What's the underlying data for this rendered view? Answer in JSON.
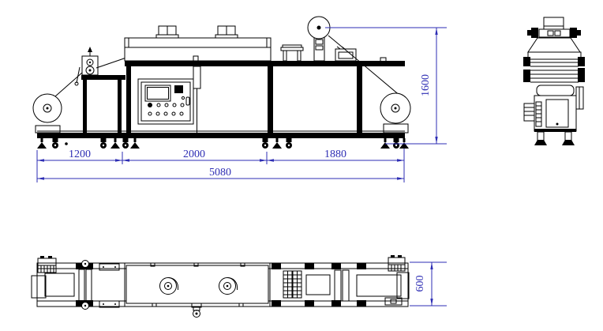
{
  "drawing": {
    "title": "machine-outline-dimension-drawing",
    "background_color": "#ffffff",
    "line_color": "#000000",
    "dimension_color": "#2e2eb4",
    "views": {
      "front": "front-elevation-view",
      "end": "end-view",
      "plan": "plan-view"
    },
    "dimensions": {
      "front_width_segments": [
        {
          "value": "1200"
        },
        {
          "value": "2000"
        },
        {
          "value": "1880"
        }
      ],
      "front_total_width": "5080",
      "front_height": "1600",
      "plan_depth": "600"
    }
  }
}
